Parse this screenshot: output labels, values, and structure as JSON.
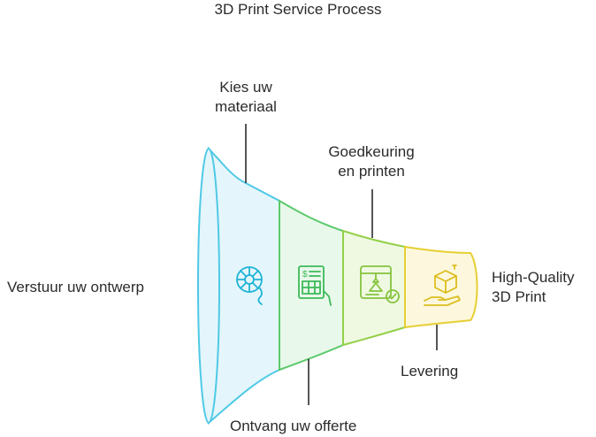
{
  "title": "3D Print Service Process",
  "stages": [
    {
      "label": "Verstuur uw ontwerp",
      "icon": "design-wheel-icon",
      "fill": "#e4f6fb",
      "stroke": "#4fc9e6"
    },
    {
      "label": "Kies uw\nmateriaal",
      "icon": "material-spool-icon",
      "fill": "#e4f6fb",
      "stroke": "#4fc9e6"
    },
    {
      "label": "Ontvang uw offerte",
      "icon": "quote-document-icon",
      "fill": "#e8f8ea",
      "stroke": "#5cc96b"
    },
    {
      "label": "Goedkeuring\nen printen",
      "icon": "approval-print-icon",
      "fill": "#eff9e2",
      "stroke": "#94d04a"
    },
    {
      "label": "Levering",
      "icon": "delivery-box-icon",
      "fill": "#fdf8dd",
      "stroke": "#e6cf33"
    }
  ],
  "outcome": {
    "label": "High-Quality\n3D Print"
  },
  "colors": {
    "text": "#2b2b2b",
    "line": "#2b2b2b"
  }
}
